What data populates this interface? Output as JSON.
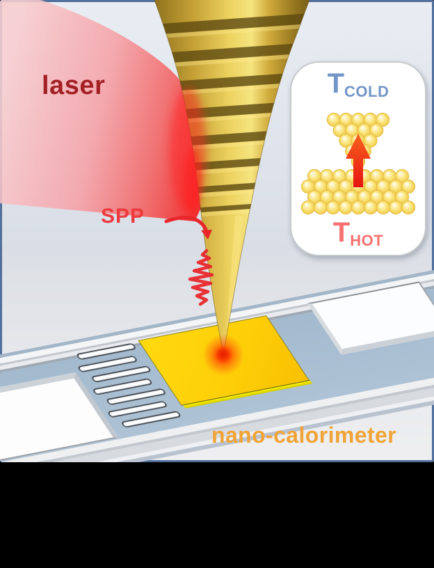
{
  "figure": {
    "type": "scientific-illustration",
    "labels": {
      "laser": "laser",
      "spp": "SPP",
      "calorimeter": "nano-calorimeter"
    },
    "inset": {
      "cold_label": {
        "symbol": "T",
        "subscript": "COLD"
      },
      "hot_label": {
        "symbol": "T",
        "subscript": "HOT"
      },
      "tip_atom_rows": [
        5,
        4,
        3,
        2,
        1
      ],
      "substrate_atom_rows": [
        8,
        9,
        8,
        9
      ],
      "heat_flow_direction": "up"
    },
    "colors": {
      "laser_label": "#a32125",
      "spp_label": "#ee393d",
      "calorimeter_label": "#f0a437",
      "cold_label": "#7296c7",
      "hot_label": "#f5716f",
      "beam_red": "#f04a4a",
      "tip_gold": "#d9b94a",
      "pad_yellow": "#ffd60e",
      "heat_arrow": "#ee2d10",
      "chip_surface": "#a9bfd3",
      "frame_border": "#52709c",
      "atom_yellow": "#f8dd69"
    }
  }
}
